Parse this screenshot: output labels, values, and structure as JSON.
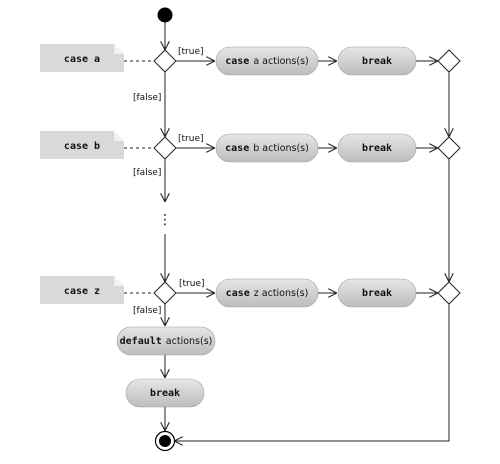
{
  "cases": [
    {
      "note_keyword": "case",
      "note_value": "a",
      "guard_true": "[true]",
      "guard_false": "[false]",
      "action_keyword": "case",
      "action_rest": "a actions(s)",
      "break_label": "break"
    },
    {
      "note_keyword": "case",
      "note_value": "b",
      "guard_true": "[true]",
      "guard_false": "[false]",
      "action_keyword": "case",
      "action_rest": "b actions(s)",
      "break_label": "break"
    },
    {
      "note_keyword": "case",
      "note_value": "z",
      "guard_true": "[true]",
      "guard_false": "[false]",
      "action_keyword": "case",
      "action_rest": "z actions(s)",
      "break_label": "break"
    }
  ],
  "ellipsis": "⋮",
  "default": {
    "keyword": "default",
    "rest": "actions(s)",
    "break_label": "break"
  }
}
